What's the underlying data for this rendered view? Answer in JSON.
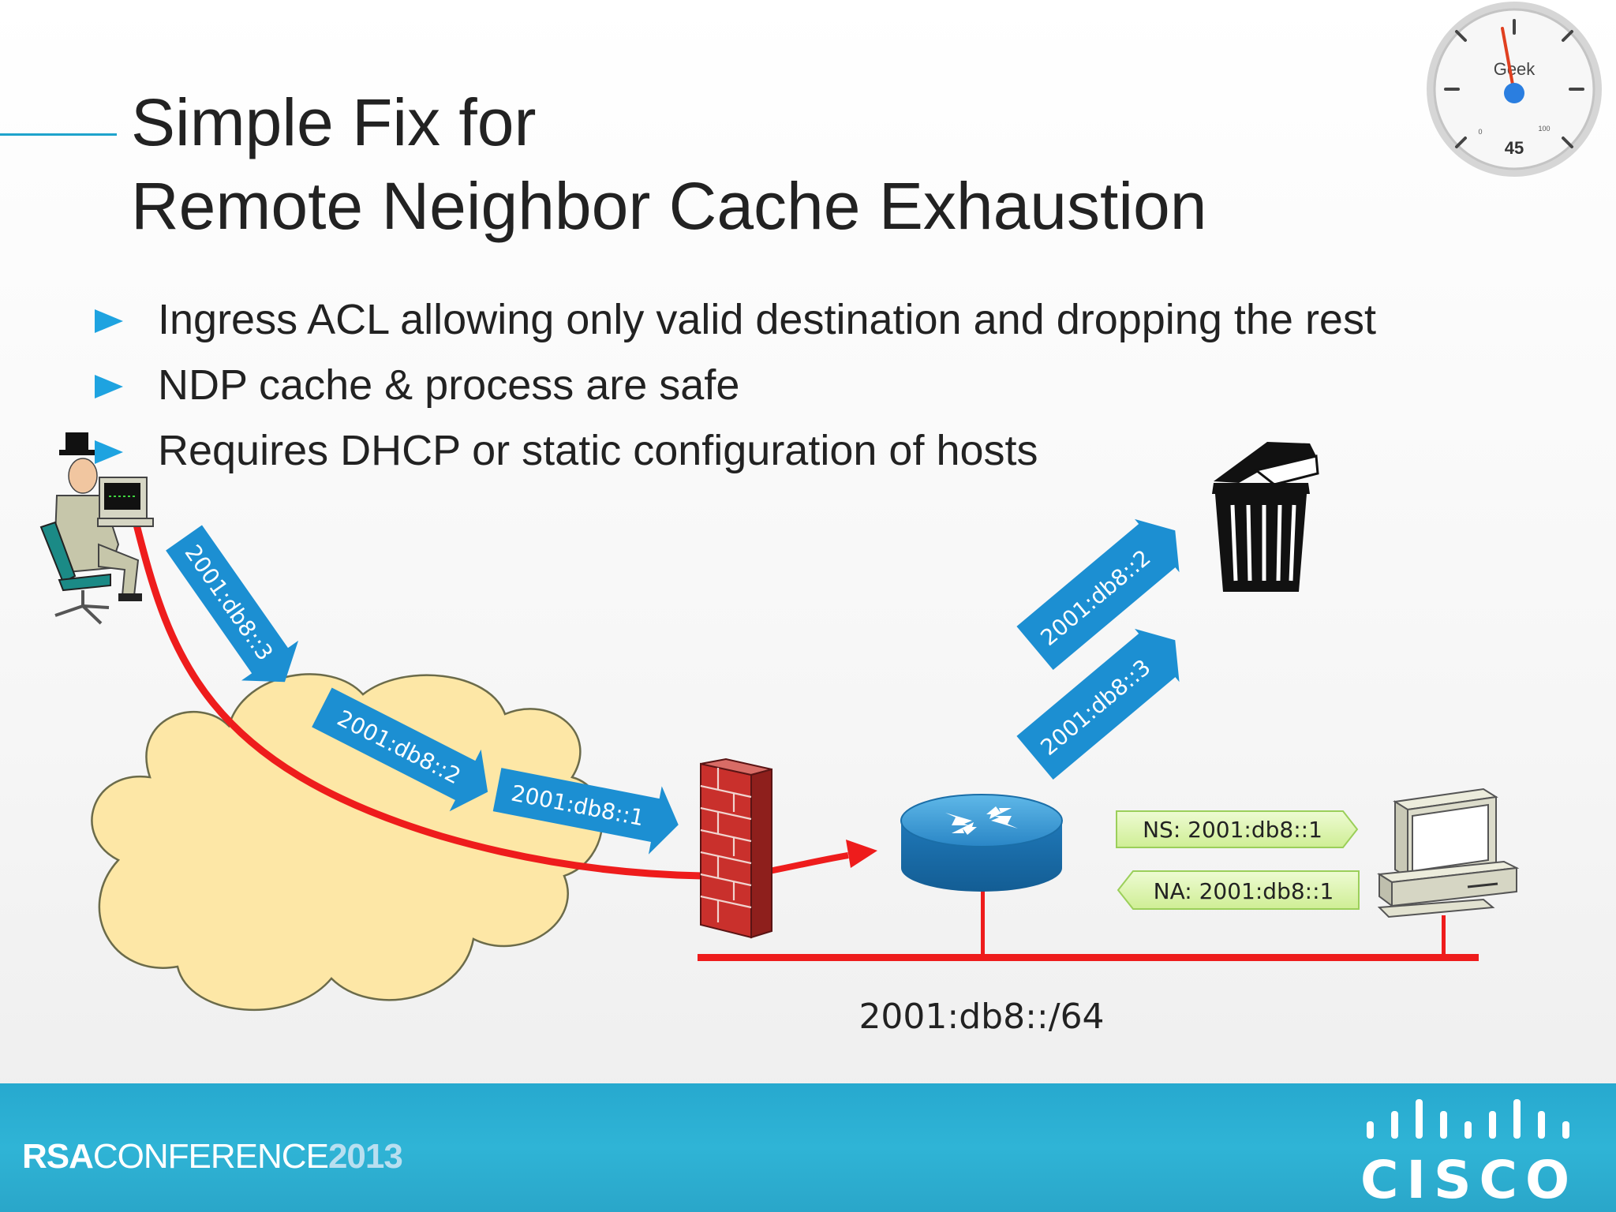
{
  "slide": {
    "title_lines": [
      "Simple Fix for",
      "Remote Neighbor Cache Exhaustion"
    ],
    "bullets": [
      "Ingress ACL allowing only valid destination and dropping the rest",
      "NDP cache & process are safe",
      "Requires DHCP or static configuration of hosts"
    ]
  },
  "gauge": {
    "label": "Geek",
    "value": "45",
    "min_label": "0",
    "max_label": "100"
  },
  "packets": {
    "incoming": [
      "2001:db8::3",
      "2001:db8::2",
      "2001:db8::1"
    ],
    "dropped": [
      "2001:db8::2",
      "2001:db8::3"
    ]
  },
  "ndp": {
    "ns": "NS: 2001:db8::1",
    "na": "NA: 2001:db8::1"
  },
  "subnet_label": "2001:db8::/64",
  "footer": {
    "rsa_a": "RSA",
    "rsa_b": "CONFERENCE",
    "rsa_year": "2013",
    "cisco": "CISCO"
  },
  "colors": {
    "accent": "#1ea3e0",
    "packet": "#1c8fd2",
    "link": "#ee1c1c",
    "cloud": "#fde7a6",
    "footer": "#2cb0d4",
    "ndp_box": "#dff5b5"
  }
}
